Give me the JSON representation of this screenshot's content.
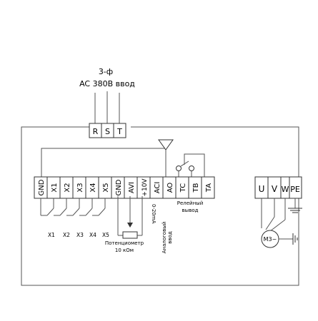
{
  "supply": {
    "phase_label": "3-ф",
    "voltage_label": "AC 380B ввод",
    "terminals": [
      "R",
      "S",
      "T"
    ]
  },
  "control_terminals": [
    "GND",
    "X1",
    "X2",
    "X3",
    "X4",
    "X5",
    "GND",
    "AVI",
    "+10V",
    "ACI",
    "AO",
    "TC",
    "TB",
    "TA"
  ],
  "switch_labels": [
    "X1",
    "X2",
    "X3",
    "X4",
    "X5"
  ],
  "potentiometer_label": [
    "Потенциометр",
    "10 кОм"
  ],
  "analog_input_label": [
    "0-20mA",
    "Аналоговый",
    "ввод"
  ],
  "relay_label": [
    "Релейный",
    "вывод"
  ],
  "motor_terminals": [
    "U",
    "V",
    "W",
    "PE"
  ],
  "motor_label": "M3~"
}
